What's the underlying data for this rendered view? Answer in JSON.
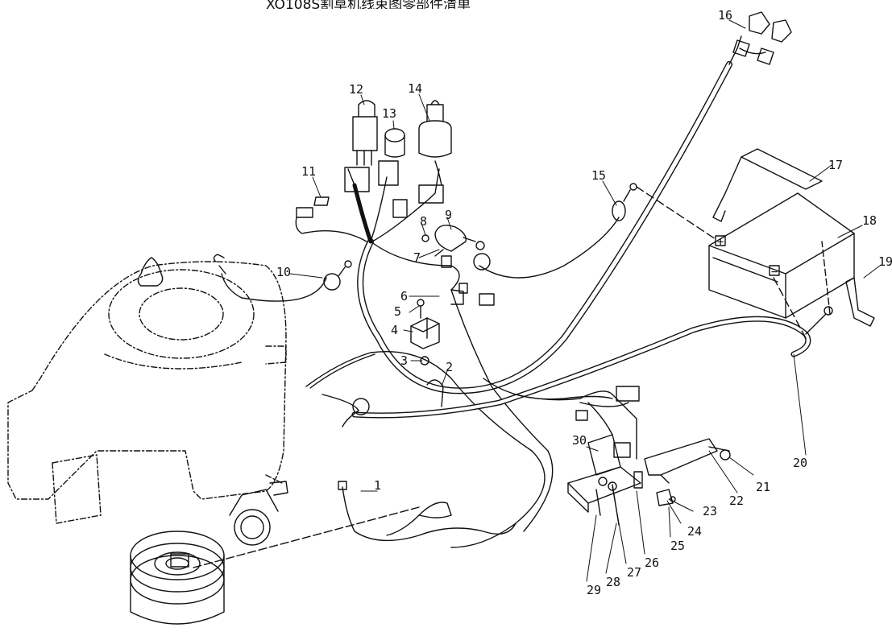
{
  "title": "XO108S割草机线束图零部件清单",
  "callouts": [
    "1",
    "2",
    "3",
    "4",
    "5",
    "6",
    "7",
    "8",
    "9",
    "10",
    "11",
    "12",
    "13",
    "14",
    "15",
    "16",
    "17",
    "18",
    "19",
    "20",
    "21",
    "22",
    "23",
    "24",
    "25",
    "26",
    "27",
    "28",
    "29",
    "30"
  ],
  "battery_symbols": {
    "positive": "+",
    "negative": "−"
  }
}
